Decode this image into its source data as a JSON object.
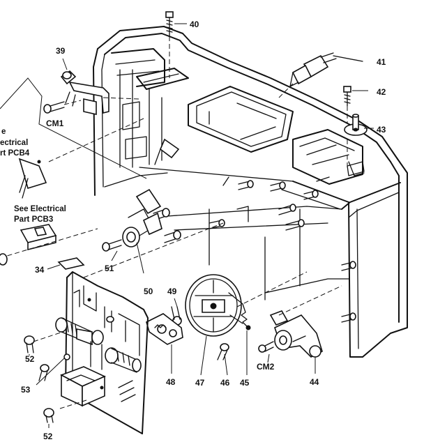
{
  "callouts": {
    "c40": "40",
    "c39": "39",
    "cm1": "CM1",
    "c41": "41",
    "c42": "42",
    "c43": "43",
    "c34": "34",
    "c51": "51",
    "c50": "50",
    "c49": "49",
    "c52a": "52",
    "c53": "53",
    "c52b": "52",
    "c48": "48",
    "c47": "47",
    "c46": "46",
    "c45": "45",
    "cm2": "CM2",
    "c44": "44"
  },
  "notes": {
    "pcb4_line1": "e",
    "pcb4_line2": "ectrical",
    "pcb4_line3": "rt PCB4",
    "pcb3_line1": "See Electrical",
    "pcb3_line2": "Part PCB3"
  }
}
